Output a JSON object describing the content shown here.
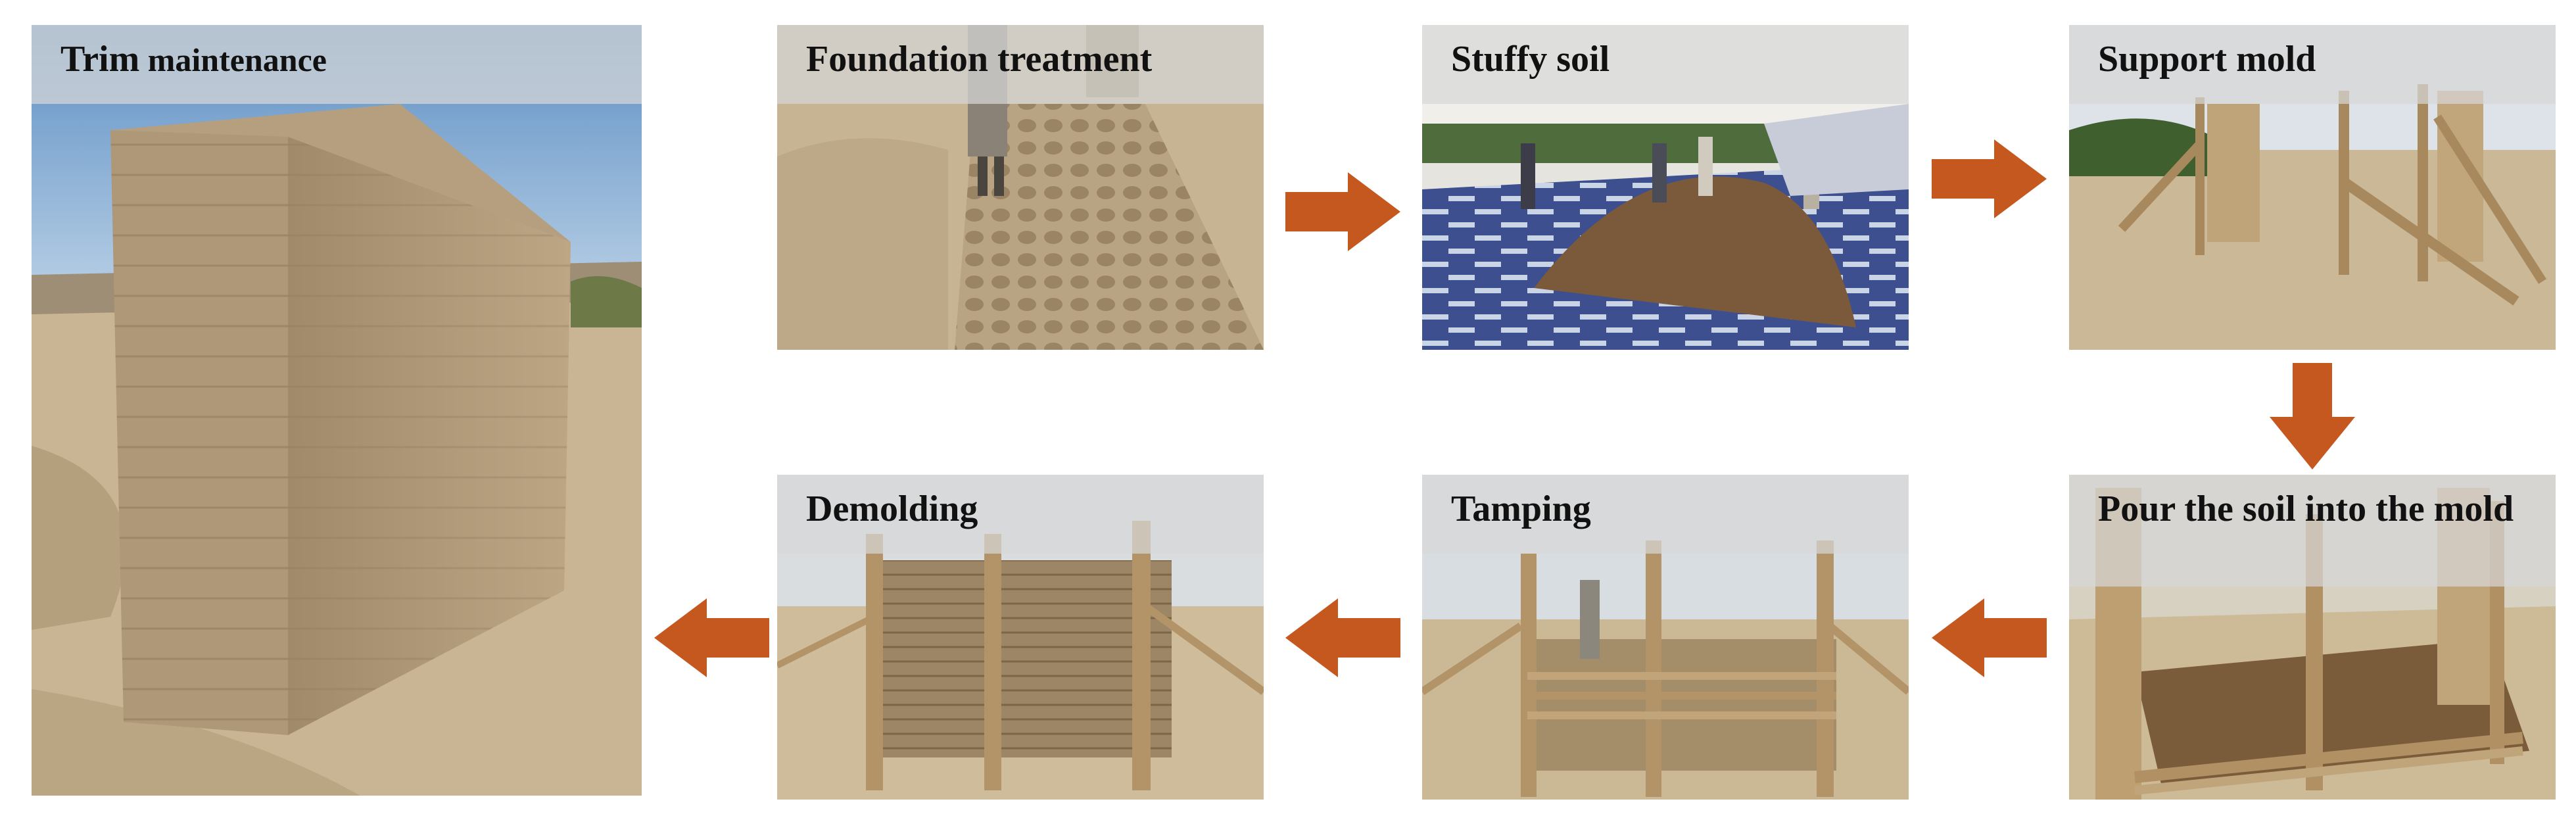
{
  "steps": {
    "trim": {
      "label_big": "Trim",
      "label_small": " maintenance"
    },
    "foundation": {
      "label": "Foundation treatment"
    },
    "stuffy": {
      "label": "Stuffy soil"
    },
    "support": {
      "label": "Support mold"
    },
    "pour": {
      "label": "Pour the soil into the mold"
    },
    "tamping": {
      "label": "Tamping"
    },
    "demolding": {
      "label": "Demolding"
    }
  },
  "arrows": {
    "color": "#C4581E",
    "icon": "block-arrow-icon"
  }
}
